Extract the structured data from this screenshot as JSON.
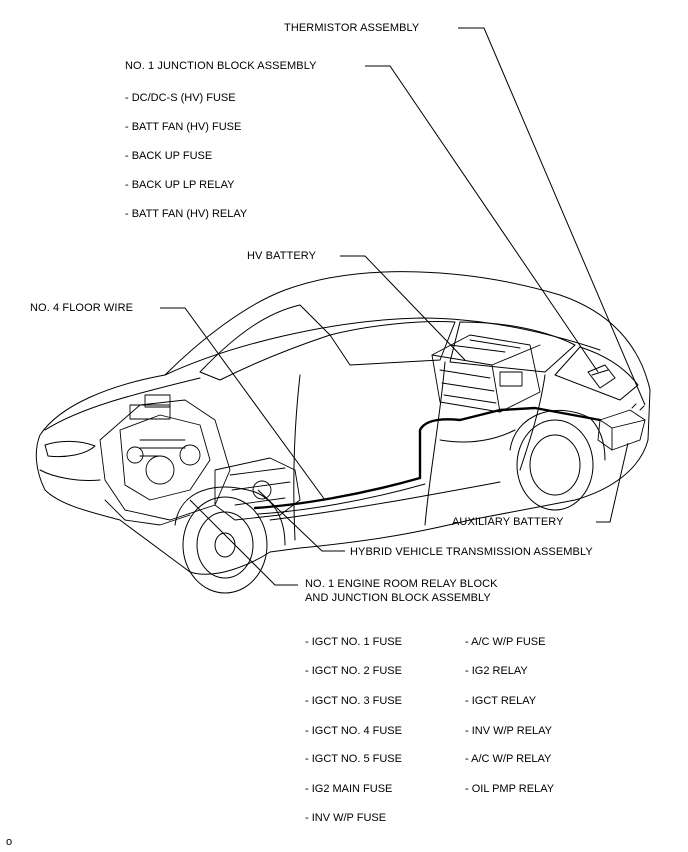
{
  "labels": {
    "thermistor": "THERMISTOR ASSEMBLY",
    "junction_block": "NO. 1 JUNCTION BLOCK ASSEMBLY",
    "hv_battery": "HV BATTERY",
    "floor_wire": "NO. 4 FLOOR WIRE",
    "aux_battery": "AUXILIARY BATTERY",
    "transmission": "HYBRID VEHICLE TRANSMISSION ASSEMBLY",
    "engine_room_line1": "NO. 1 ENGINE ROOM RELAY BLOCK",
    "engine_room_line2": "AND JUNCTION BLOCK ASSEMBLY"
  },
  "junction_block_items": [
    "- DC/DC-S (HV) FUSE",
    "- BATT FAN (HV) FUSE",
    "- BACK UP FUSE",
    "- BACK UP LP RELAY",
    "- BATT FAN (HV) RELAY"
  ],
  "engine_room_items_left": [
    "- IGCT NO. 1 FUSE",
    "- IGCT NO. 2 FUSE",
    "- IGCT NO. 3 FUSE",
    "- IGCT NO. 4 FUSE",
    "- IGCT NO. 5 FUSE",
    "- IG2 MAIN FUSE",
    "- INV W/P FUSE"
  ],
  "engine_room_items_right": [
    "- A/C W/P FUSE",
    "- IG2 RELAY",
    "- IGCT RELAY",
    "- INV W/P RELAY",
    "- A/C W/P RELAY",
    "- OIL PMP RELAY"
  ],
  "figure_code": "o"
}
